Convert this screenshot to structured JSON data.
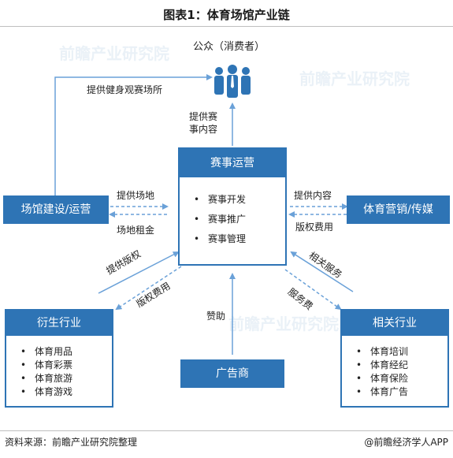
{
  "title": "图表1：体育场馆产业链",
  "consumer_label": "公众（消费者）",
  "center": {
    "title": "赛事运营",
    "items": [
      "赛事开发",
      "赛事推广",
      "赛事管理"
    ]
  },
  "venue_box": "场馆建设/运营",
  "media_box": "体育营销/传媒",
  "advertiser_box": "广告商",
  "derivative": {
    "title": "衍生行业",
    "items": [
      "体育用品",
      "体育彩票",
      "体育旅游",
      "体育游戏"
    ]
  },
  "related": {
    "title": "相关行业",
    "items": [
      "体育培训",
      "体育经纪",
      "体育保险",
      "体育广告"
    ]
  },
  "edges": {
    "fitness_viewing": "提供健身观赛场所",
    "provide_events": "提供赛\n事内容",
    "provide_venue": "提供场地",
    "venue_rent": "场地租金",
    "provide_content": "提供内容",
    "copyright_fee_right": "版权费用",
    "provide_copyright": "提供版权",
    "copyright_fee_left": "版权费用",
    "sponsorship": "赞助",
    "related_services": "相关服务",
    "service_fee": "服务费"
  },
  "watermark": "前瞻产业研究院",
  "footer": {
    "source": "资料来源：前瞻产业研究院整理",
    "brand": "@前瞻经济学人APP"
  },
  "colors": {
    "primary": "#2e74b5",
    "arrow_light": "#6aa1d8"
  }
}
